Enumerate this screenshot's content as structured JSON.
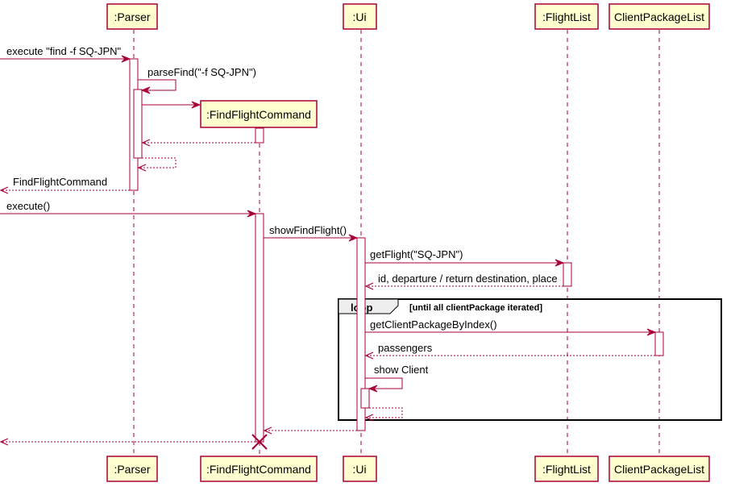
{
  "participants": {
    "parser": ":Parser",
    "find_flight_command": ":FindFlightCommand",
    "ui": ":Ui",
    "flight_list": ":FlightList",
    "client_package_list": "ClientPackageList"
  },
  "messages": {
    "execute_find": "execute \"find -f SQ-JPN\"",
    "parse_find": "parseFind(\"-f SQ-JPN\")",
    "return_find_flight_command": "FindFlightCommand",
    "execute": "execute()",
    "show_find_flight": "showFindFlight()",
    "get_flight": "getFlight(\"SQ-JPN\")",
    "flight_details": "id, departure / return destination, place",
    "get_client_package": "getClientPackageByIndex()",
    "passengers": "passengers",
    "show_client": "show Client"
  },
  "loop": {
    "title": "loop",
    "guard": "[until all clientPackage iterated]"
  },
  "colors": {
    "participant_fill": "#FEFECE",
    "line_color": "#A80036",
    "loop_tab_fill": "#EEEEEE"
  }
}
